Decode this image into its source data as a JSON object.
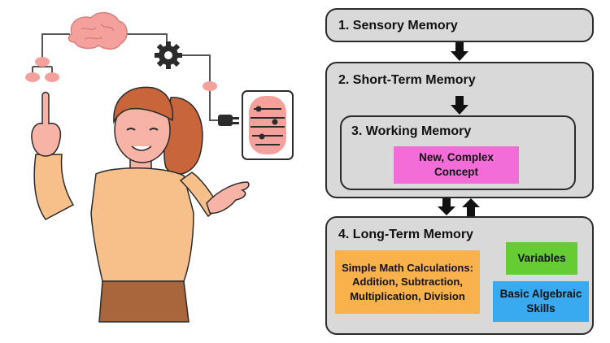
{
  "memory_stages": [
    {
      "label": "1. Sensory Memory"
    },
    {
      "label": "2. Short-Term Memory"
    },
    {
      "label": "3. Working Memory"
    },
    {
      "label": "4. Long-Term Memory"
    }
  ],
  "working_memory_content": {
    "line1": "New, Complex",
    "line2": "Concept",
    "color": "#f26dd8"
  },
  "long_term_contents": [
    {
      "lines": [
        "Simple Math Calculations:",
        "Addition, Subtraction,",
        "Multiplication, Division"
      ],
      "color": "#f9b24b"
    },
    {
      "lines": [
        "Variables"
      ],
      "color": "#66cc33"
    },
    {
      "lines": [
        "Basic Algebraic",
        "Skills"
      ],
      "color": "#39a9f0"
    }
  ],
  "illustration": {
    "depicts": [
      "brain-icon",
      "gear-icon",
      "memory-capsule-icon",
      "plug-icon",
      "woman-figure"
    ],
    "accent_color": "#f4a09c"
  }
}
